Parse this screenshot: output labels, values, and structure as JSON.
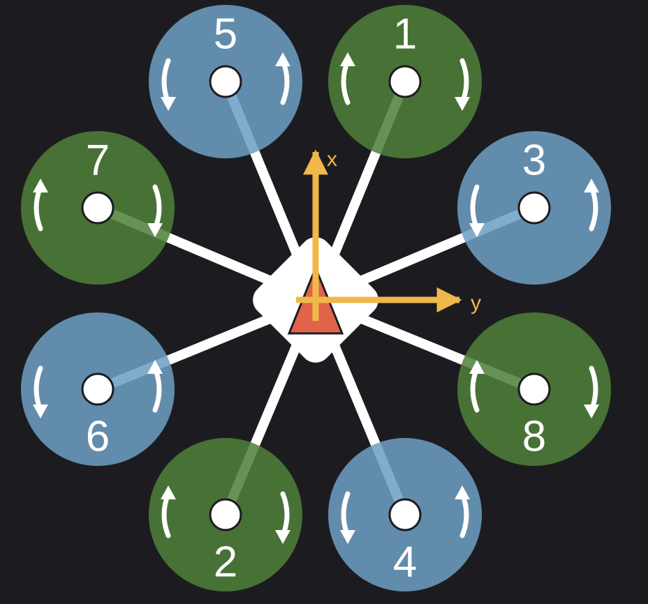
{
  "colors": {
    "background": "#1c1c20",
    "ccw_motor": "#4f7f3a",
    "cw_motor": "#6d9ec3",
    "arm": "#ffffff",
    "axis": "#f0b84a",
    "heading_marker": "#e0634a"
  },
  "axes": {
    "x_label": "x",
    "y_label": "y"
  },
  "motors": [
    {
      "number": "1",
      "rotation": "ccw"
    },
    {
      "number": "2",
      "rotation": "ccw"
    },
    {
      "number": "3",
      "rotation": "cw"
    },
    {
      "number": "4",
      "rotation": "cw"
    },
    {
      "number": "5",
      "rotation": "cw"
    },
    {
      "number": "6",
      "rotation": "cw"
    },
    {
      "number": "7",
      "rotation": "ccw"
    },
    {
      "number": "8",
      "rotation": "ccw"
    }
  ]
}
